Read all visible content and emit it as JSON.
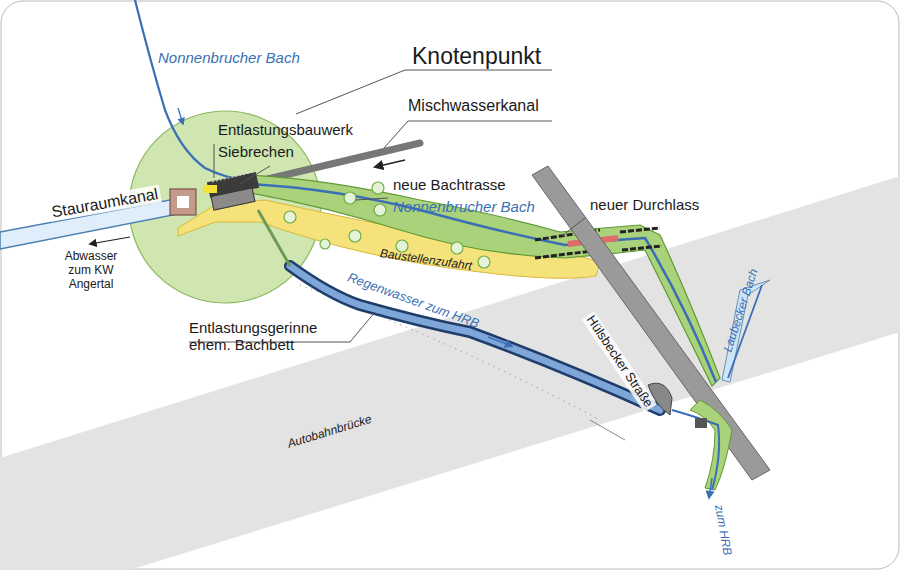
{
  "diagram": {
    "labels": [
      "Nonnenbrucher Bach",
      "Knotenpunkt",
      "Mischwasserkanal",
      "Entlastungsbauwerk",
      "Siebrechen",
      "neue Bachtrasse",
      "Nonnenbrucher Bach",
      "neuer Durchlass",
      "Stauraumkanal",
      "Abwasser zum KW Angertal",
      "Baustellenzufahrt",
      "Entlastungsgerinne ehem. Bachbett",
      "Regenwasser zum HRB",
      "Hülsbecker Straße",
      "Laubecker Bach",
      "Autobahnbrücke",
      "zum HRB"
    ]
  }
}
